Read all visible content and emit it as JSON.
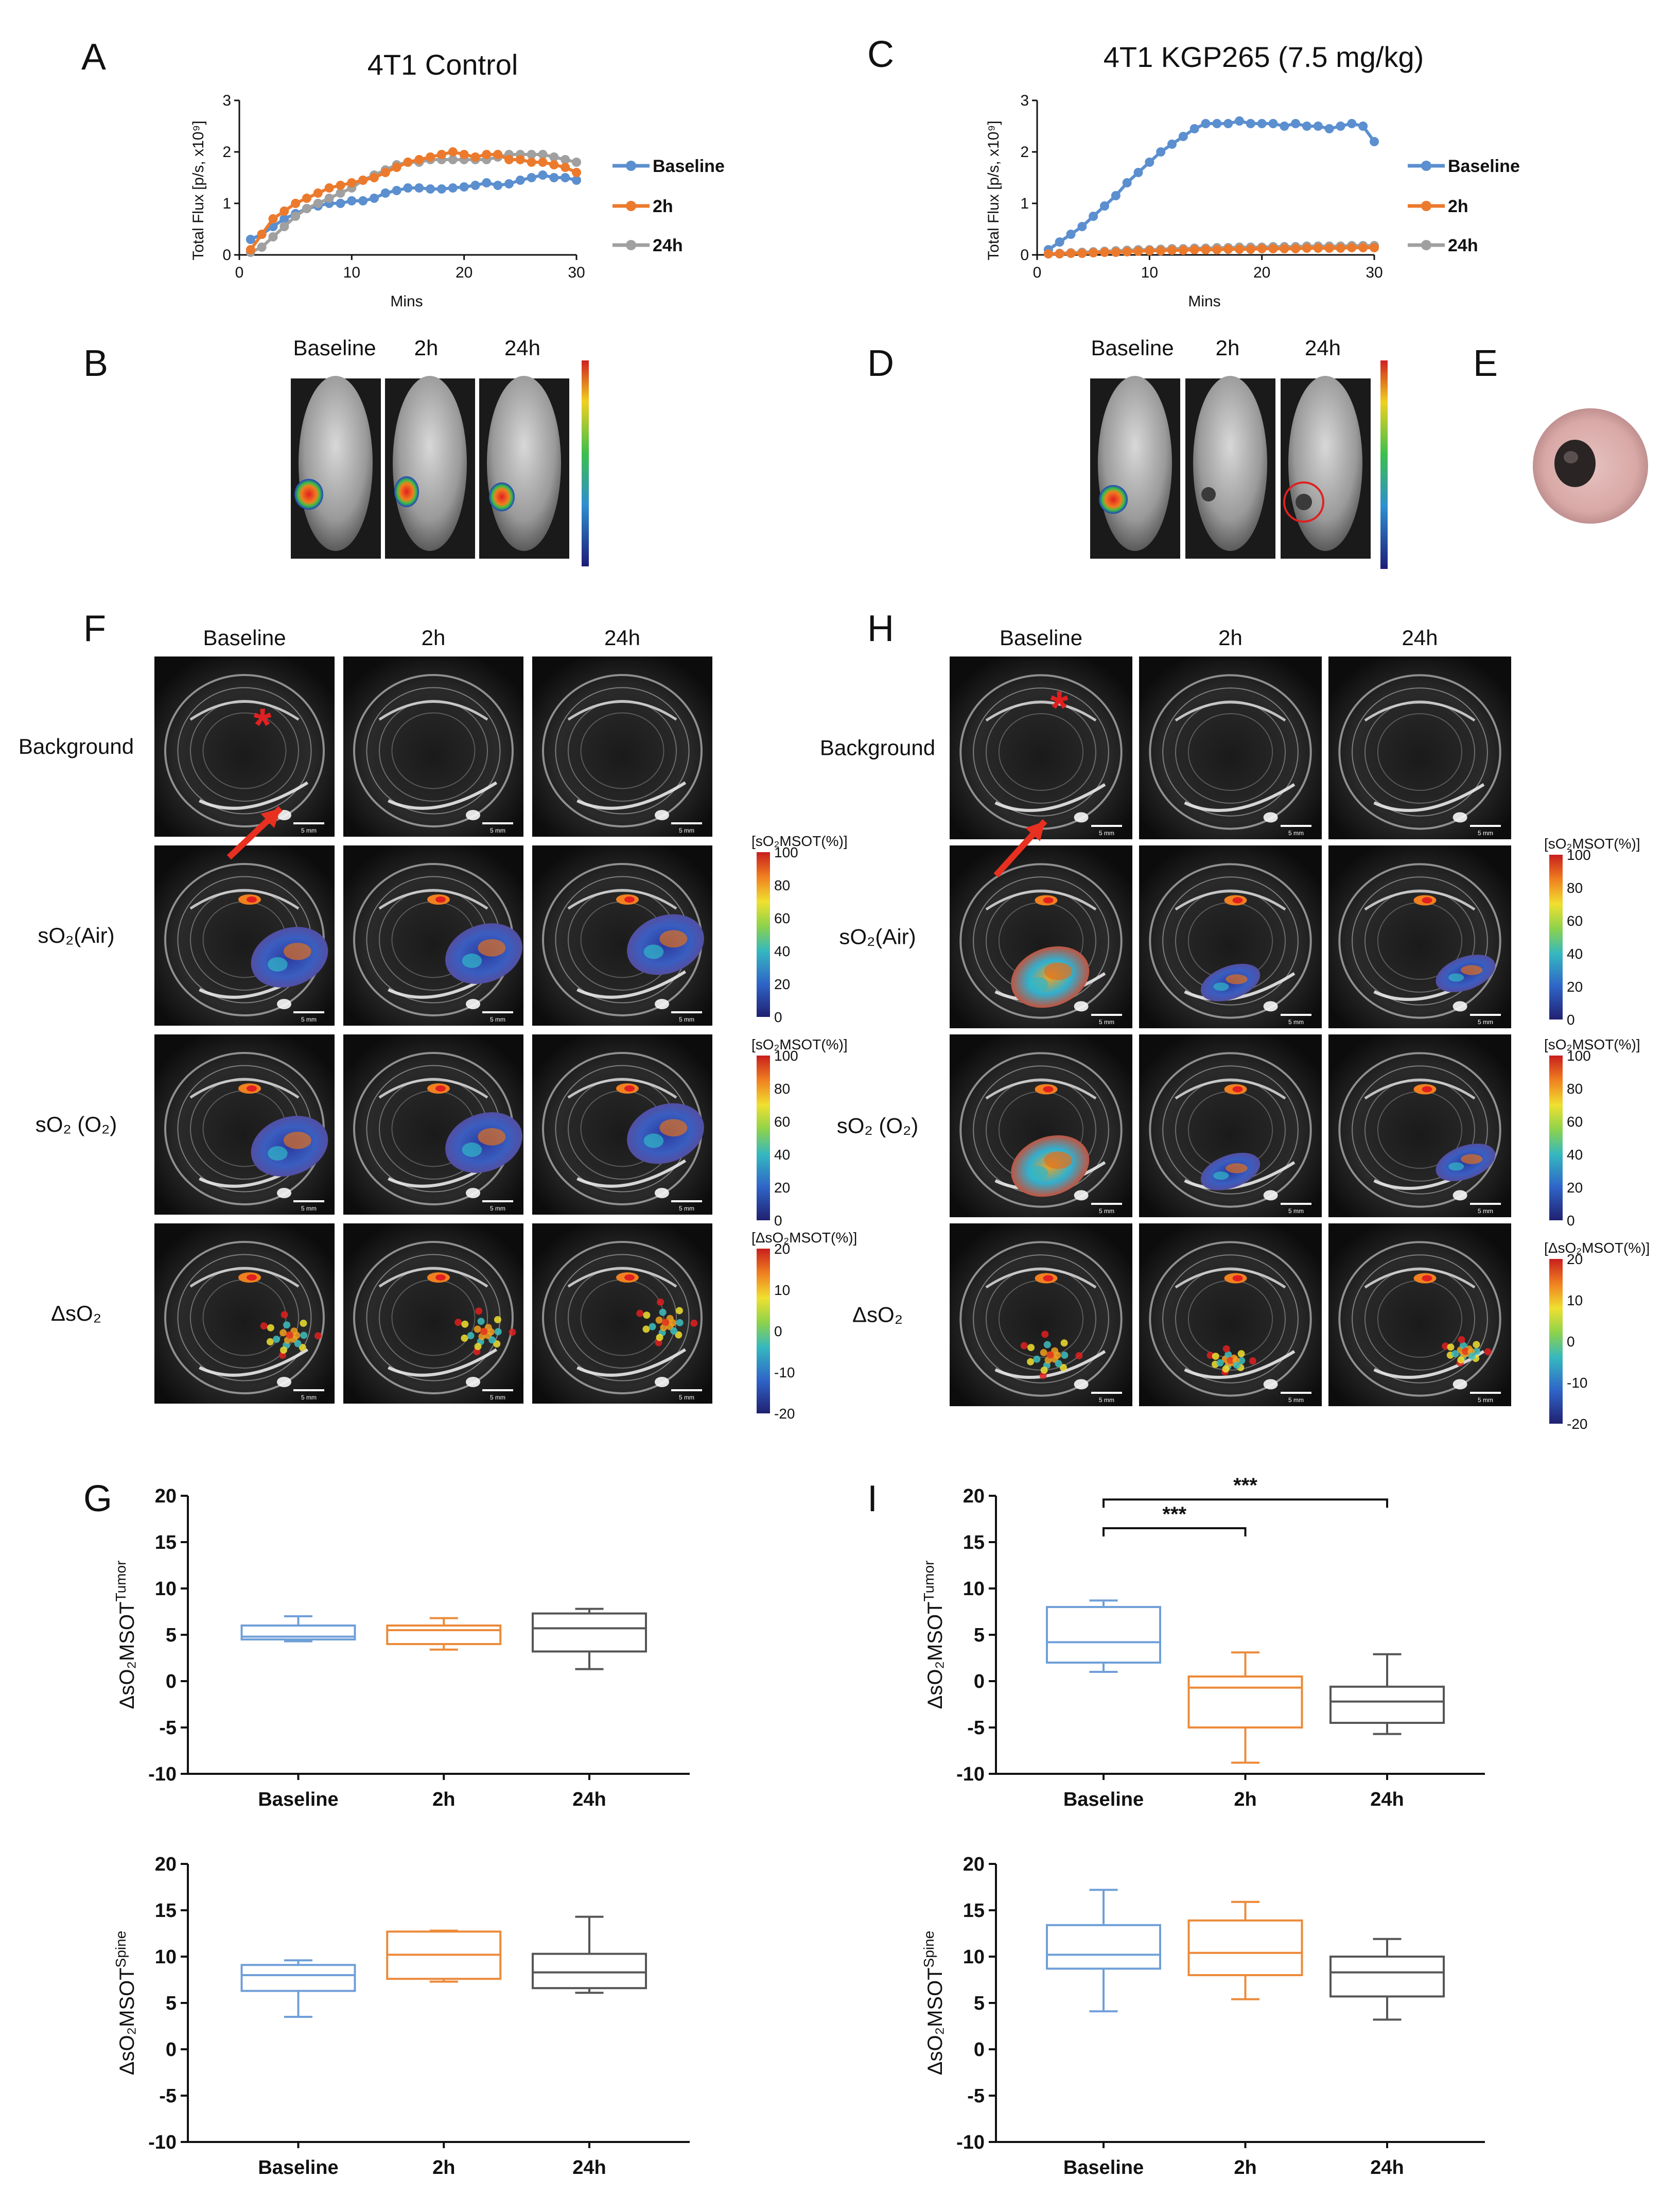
{
  "colors": {
    "baseline": "#5b8fcf",
    "h2": "#ec7a2d",
    "h24": "#a0a0a0",
    "box_baseline": "#6f9fd8",
    "box_h2": "#ec8a3a",
    "box_h24": "#555555"
  },
  "panels": {
    "A": "A",
    "B": "B",
    "C": "C",
    "D": "D",
    "E": "E",
    "F": "F",
    "G": "G",
    "H": "H",
    "I": "I"
  },
  "titles": {
    "A": "4T1 Control",
    "C": "4T1 KGP265 (7.5 mg/kg)"
  },
  "flux_axis": {
    "ylabel": "Total Flux [p/s, x10⁹]",
    "xlabel": "Mins"
  },
  "legend": [
    "Baseline",
    "2h",
    "24h"
  ],
  "time_labels": [
    "Baseline",
    "2h",
    "24h"
  ],
  "imaging_rows": [
    "Background",
    "sO₂(Air)",
    "sO₂ (O₂)",
    "ΔsO₂"
  ],
  "colorbar_titles": {
    "so2": "[sO₂MSOT(%)]",
    "dso2": "[ΔsO₂MSOT(%)]"
  },
  "colorbar_ticks": {
    "so2": [
      "100",
      "80",
      "60",
      "40",
      "20",
      "0"
    ],
    "dso2": [
      "20",
      "10",
      "0",
      "-10",
      "-20"
    ]
  },
  "scale_bar": "5 mm",
  "box_ylabels": {
    "tumor": "ΔsO₂MSOT Tumor",
    "spine": "ΔsO₂MSOT Spine"
  },
  "significance": [
    "***",
    "***"
  ],
  "chart_data": [
    {
      "id": "A",
      "type": "line",
      "title": "4T1 Control",
      "xlabel": "Mins",
      "ylabel": "Total Flux [p/s, x10⁹]",
      "xlim": [
        0,
        30
      ],
      "ylim": [
        0,
        3
      ],
      "x": [
        1,
        2,
        3,
        4,
        5,
        6,
        7,
        8,
        9,
        10,
        11,
        12,
        13,
        14,
        15,
        16,
        17,
        18,
        19,
        20,
        21,
        22,
        23,
        24,
        25,
        26,
        27,
        28,
        29,
        30
      ],
      "series": [
        {
          "name": "Baseline",
          "values": [
            0.3,
            0.4,
            0.55,
            0.7,
            0.8,
            0.9,
            0.95,
            1.0,
            1.0,
            1.05,
            1.05,
            1.1,
            1.2,
            1.25,
            1.3,
            1.3,
            1.28,
            1.28,
            1.3,
            1.32,
            1.35,
            1.4,
            1.35,
            1.38,
            1.45,
            1.5,
            1.55,
            1.5,
            1.5,
            1.45
          ]
        },
        {
          "name": "2h",
          "values": [
            0.1,
            0.4,
            0.7,
            0.85,
            1.0,
            1.1,
            1.2,
            1.3,
            1.35,
            1.4,
            1.45,
            1.5,
            1.6,
            1.7,
            1.8,
            1.85,
            1.9,
            1.95,
            2.0,
            1.95,
            1.9,
            1.95,
            1.95,
            1.85,
            1.85,
            1.8,
            1.8,
            1.75,
            1.7,
            1.6
          ]
        },
        {
          "name": "24h",
          "values": [
            0.05,
            0.15,
            0.35,
            0.55,
            0.75,
            0.9,
            1.0,
            1.1,
            1.2,
            1.3,
            1.45,
            1.55,
            1.65,
            1.75,
            1.8,
            1.8,
            1.85,
            1.85,
            1.85,
            1.85,
            1.85,
            1.85,
            1.9,
            1.95,
            1.95,
            1.95,
            1.95,
            1.9,
            1.85,
            1.8
          ]
        }
      ]
    },
    {
      "id": "C",
      "type": "line",
      "title": "4T1 KGP265 (7.5 mg/kg)",
      "xlabel": "Mins",
      "ylabel": "Total Flux [p/s, x10⁹]",
      "xlim": [
        0,
        30
      ],
      "ylim": [
        0,
        3
      ],
      "x": [
        1,
        2,
        3,
        4,
        5,
        6,
        7,
        8,
        9,
        10,
        11,
        12,
        13,
        14,
        15,
        16,
        17,
        18,
        19,
        20,
        21,
        22,
        23,
        24,
        25,
        26,
        27,
        28,
        29,
        30
      ],
      "series": [
        {
          "name": "Baseline",
          "values": [
            0.1,
            0.25,
            0.4,
            0.55,
            0.75,
            0.95,
            1.15,
            1.4,
            1.6,
            1.8,
            2.0,
            2.15,
            2.3,
            2.45,
            2.55,
            2.55,
            2.55,
            2.6,
            2.55,
            2.55,
            2.55,
            2.5,
            2.55,
            2.5,
            2.5,
            2.45,
            2.5,
            2.55,
            2.5,
            2.2
          ]
        },
        {
          "name": "2h",
          "values": [
            0.02,
            0.02,
            0.03,
            0.03,
            0.04,
            0.05,
            0.05,
            0.06,
            0.07,
            0.08,
            0.08,
            0.09,
            0.09,
            0.1,
            0.1,
            0.1,
            0.11,
            0.11,
            0.11,
            0.12,
            0.12,
            0.12,
            0.12,
            0.13,
            0.13,
            0.13,
            0.13,
            0.14,
            0.14,
            0.14
          ]
        },
        {
          "name": "24h",
          "values": [
            0.02,
            0.03,
            0.04,
            0.05,
            0.06,
            0.07,
            0.08,
            0.09,
            0.1,
            0.1,
            0.11,
            0.12,
            0.12,
            0.13,
            0.13,
            0.14,
            0.14,
            0.15,
            0.15,
            0.15,
            0.16,
            0.16,
            0.16,
            0.17,
            0.17,
            0.17,
            0.17,
            0.18,
            0.18,
            0.18
          ]
        }
      ]
    },
    {
      "id": "G-tumor",
      "type": "box",
      "ylabel": "ΔsO₂MSOT Tumor",
      "ylim": [
        -10,
        20
      ],
      "categories": [
        "Baseline",
        "2h",
        "24h"
      ],
      "boxes": [
        {
          "min": 4.3,
          "q1": 4.5,
          "median": 4.8,
          "q3": 6.0,
          "max": 7.0
        },
        {
          "min": 3.4,
          "q1": 4.0,
          "median": 5.5,
          "q3": 6.0,
          "max": 6.8
        },
        {
          "min": 1.3,
          "q1": 3.2,
          "median": 5.7,
          "q3": 7.3,
          "max": 7.8
        }
      ]
    },
    {
      "id": "G-spine",
      "type": "box",
      "ylabel": "ΔsO₂MSOT Spine",
      "ylim": [
        -10,
        20
      ],
      "categories": [
        "Baseline",
        "2h",
        "24h"
      ],
      "boxes": [
        {
          "min": 3.5,
          "q1": 6.3,
          "median": 8.0,
          "q3": 9.1,
          "max": 9.6
        },
        {
          "min": 7.3,
          "q1": 7.6,
          "median": 10.2,
          "q3": 12.7,
          "max": 12.8
        },
        {
          "min": 6.1,
          "q1": 6.6,
          "median": 8.3,
          "q3": 10.3,
          "max": 14.3
        }
      ]
    },
    {
      "id": "I-tumor",
      "type": "box",
      "ylabel": "ΔsO₂MSOT Tumor",
      "ylim": [
        -10,
        20
      ],
      "categories": [
        "Baseline",
        "2h",
        "24h"
      ],
      "boxes": [
        {
          "min": 1.0,
          "q1": 2.0,
          "median": 4.2,
          "q3": 8.0,
          "max": 8.7
        },
        {
          "min": -8.8,
          "q1": -5.0,
          "median": -0.7,
          "q3": 0.5,
          "max": 3.1
        },
        {
          "min": -5.7,
          "q1": -4.5,
          "median": -2.2,
          "q3": -0.6,
          "max": 2.9
        }
      ],
      "comparisons": [
        {
          "from": "Baseline",
          "to": "2h",
          "label": "***"
        },
        {
          "from": "Baseline",
          "to": "24h",
          "label": "***"
        }
      ]
    },
    {
      "id": "I-spine",
      "type": "box",
      "ylabel": "ΔsO₂MSOT Spine",
      "ylim": [
        -10,
        20
      ],
      "categories": [
        "Baseline",
        "2h",
        "24h"
      ],
      "boxes": [
        {
          "min": 4.1,
          "q1": 8.7,
          "median": 10.2,
          "q3": 13.4,
          "max": 17.2
        },
        {
          "min": 5.4,
          "q1": 8.0,
          "median": 10.4,
          "q3": 13.9,
          "max": 15.9
        },
        {
          "min": 3.2,
          "q1": 5.7,
          "median": 8.3,
          "q3": 10.0,
          "max": 11.9
        }
      ]
    }
  ]
}
